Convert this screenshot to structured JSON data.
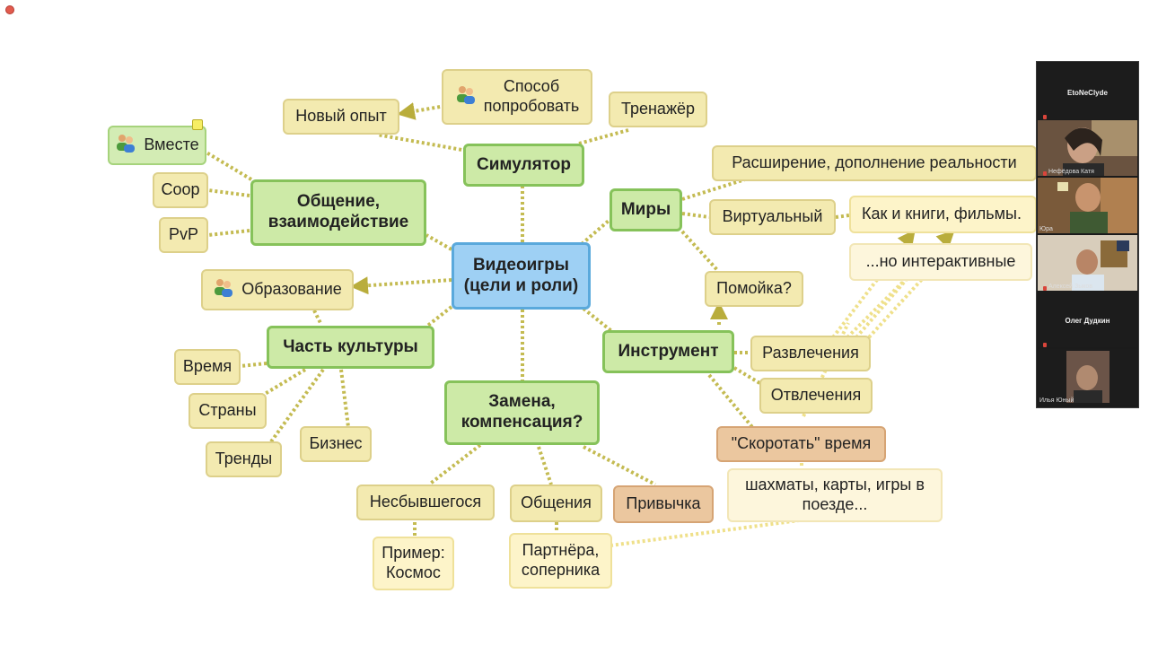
{
  "window": {
    "close_color": "#e25b4e"
  },
  "mindmap": {
    "central": "Видеоигры\n(цели и роли)",
    "simulator": {
      "title": "Симулятор",
      "new_experience": "Новый опыт",
      "way_to_try": "Способ\nпопробовать",
      "trainer": "Тренажёр"
    },
    "communication": {
      "title": "Общение,\nвзаимодействие",
      "together": "Вместе",
      "coop": "Coop",
      "pvp": "PvP"
    },
    "education": "Образование",
    "culture": {
      "title": "Часть культуры",
      "time": "Время",
      "countries": "Страны",
      "trends": "Тренды",
      "business": "Бизнес"
    },
    "worlds": {
      "title": "Миры",
      "augmented": "Расширение, дополнение реальности",
      "virtual": "Виртуальный",
      "like_books": "Как и книги, фильмы.",
      "interactive": "...но интерактивные",
      "dump": "Помойка?"
    },
    "tool": {
      "title": "Инструмент",
      "entertainment": "Развлечения",
      "distraction": "Отвлечения",
      "kill_time": "\"Скоротать\" время",
      "examples": "шахматы, карты, игры в\nпоезде..."
    },
    "replacement": {
      "title": "Замена,\nкомпенсация?",
      "unrealized": "Несбывшегося",
      "example_space": "Пример:\nКосмос",
      "communication": "Общения",
      "partner": "Партнёра,\nсоперника",
      "habit": "Привычка"
    },
    "icons": {
      "people": "people-icon",
      "note": "note-icon"
    }
  },
  "video_call": {
    "participants": [
      {
        "name": "EtoNeClyde",
        "video": false,
        "muted": true
      },
      {
        "name": "Нефёдова Катя",
        "video": true,
        "muted": true
      },
      {
        "name": "Юра",
        "video": true,
        "muted": false
      },
      {
        "name": "Алексей Зыков",
        "video": true,
        "muted": true
      },
      {
        "name": "Олег Дудкин",
        "video": false,
        "muted": true
      },
      {
        "name": "Илья Юный",
        "video": true,
        "muted": false
      }
    ]
  },
  "colors": {
    "link": "#c4bb52",
    "link_pale": "#efe08a",
    "central": "#9ed0f4",
    "main": "#cdeaa7",
    "leaf": "#f3eab0"
  }
}
